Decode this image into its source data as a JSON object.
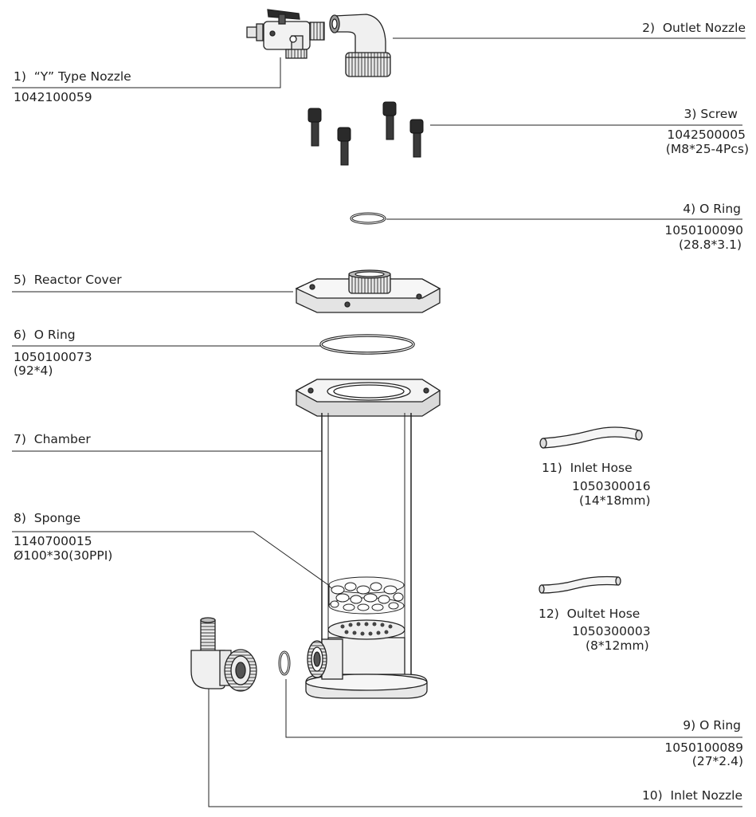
{
  "parts": [
    {
      "name": "1)  “Y” Type Nozzle",
      "code": "1042100059",
      "spec": ""
    },
    {
      "name": "2)  Outlet Nozzle",
      "code": "",
      "spec": ""
    },
    {
      "name": "3) Screw",
      "code": "1042500005",
      "spec": "(M8*25-4Pcs)"
    },
    {
      "name": "4) O Ring",
      "code": "1050100090",
      "spec": "(28.8*3.1)"
    },
    {
      "name": "5)  Reactor Cover",
      "code": "",
      "spec": ""
    },
    {
      "name": "6)  O Ring",
      "code": "1050100073",
      "spec": "(92*4)"
    },
    {
      "name": "7)  Chamber",
      "code": "",
      "spec": ""
    },
    {
      "name": "8)  Sponge",
      "code": "1140700015",
      "spec": "Ø100*30(30PPI)"
    },
    {
      "name": "9) O Ring",
      "code": "1050100089",
      "spec": "(27*2.4)"
    },
    {
      "name": "10)  Inlet Nozzle",
      "code": "",
      "spec": ""
    },
    {
      "name": "11)  Inlet Hose",
      "code": "1050300016",
      "spec": "(14*18mm)"
    },
    {
      "name": "12)  Oultet Hose",
      "code": "1050300003",
      "spec": "(8*12mm)"
    }
  ]
}
